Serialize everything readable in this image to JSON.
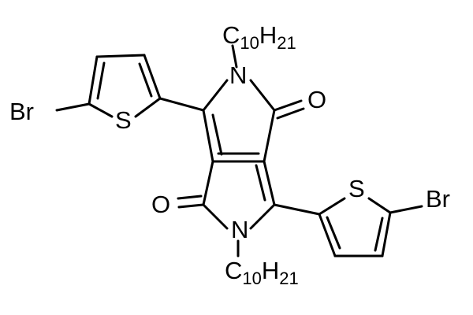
{
  "diagram": {
    "type": "chemical-structure",
    "colors": {
      "background": "#ffffff",
      "ink": "#000000"
    },
    "atoms": {
      "br_left": "Br",
      "s_left": "S",
      "n_top": "N",
      "o_top": "O",
      "o_bottom": "O",
      "n_bottom": "N",
      "s_right": "S",
      "br_right": "Br"
    },
    "substituents": {
      "top": {
        "element": "C",
        "c_count": "10",
        "h_element": "H",
        "h_count": "21"
      },
      "bottom": {
        "element": "C",
        "c_count": "10",
        "h_element": "H",
        "h_count": "21"
      }
    }
  }
}
